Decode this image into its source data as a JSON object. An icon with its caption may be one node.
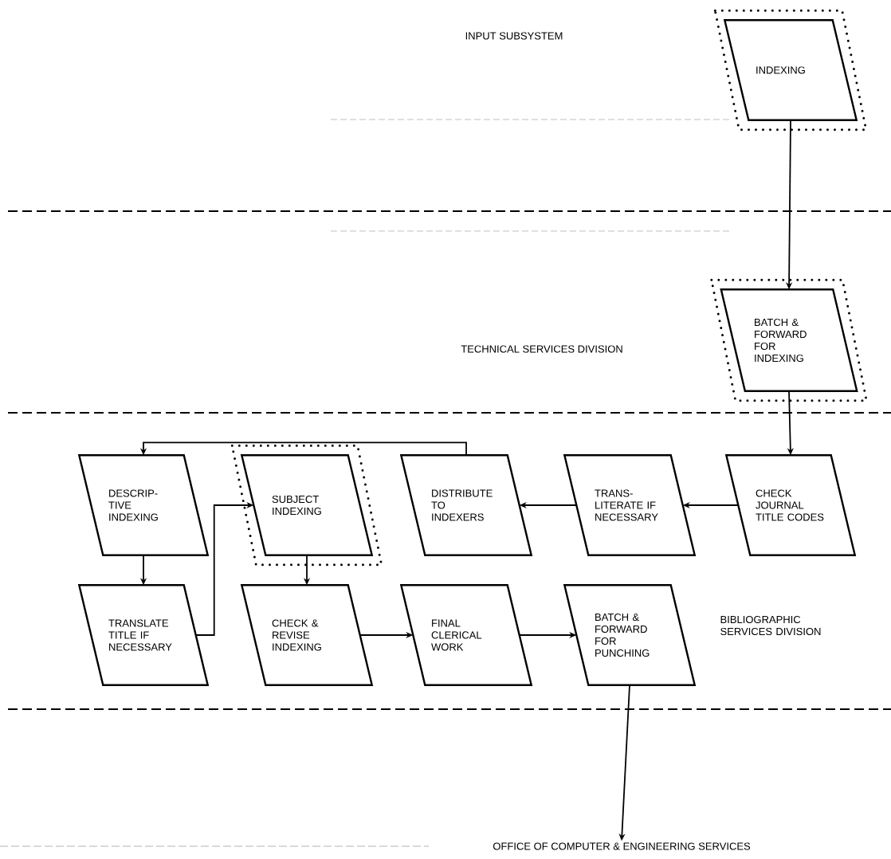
{
  "diagram": {
    "nodes": [
      {
        "text": [
          "INDEXING"
        ]
      },
      {
        "text": [
          "BATCH & FORWARD FOR INDEXING"
        ]
      },
      {
        "text": [
          "DESCRIP- TIVE INDEXING"
        ]
      },
      {
        "text": [
          "SUBJECT INDEXING"
        ]
      },
      {
        "text": [
          "DISTRIBUTE TO INDEXERS"
        ]
      },
      {
        "text": [
          "TRANS- LITERATE IF NECESSARY"
        ]
      },
      {
        "text": [
          "CHECK JOURNAL TITLE CODES"
        ]
      },
      {
        "text": [
          "TRANSLATE TITLE IF NECESSARY"
        ]
      },
      {
        "text": [
          "CHECK & REVISE INDEXING"
        ]
      },
      {
        "text": [
          "FINAL CLERICAL WORK"
        ]
      },
      {
        "text": [
          "BATCH & FORWARD FOR PUNCHING"
        ]
      },
      {
        "text": [
          "OFFICE OF COMPUTER & ENGINEERING SERVICES"
        ]
      }
    ],
    "edges": [
      {
        "from": 0,
        "to": 1,
        "arrow": "to"
      },
      {
        "from": 1,
        "to": 6,
        "arrow": "to"
      },
      {
        "from": 6,
        "to": 5,
        "arrow": "to"
      },
      {
        "from": 5,
        "to": 4,
        "arrow": "to"
      },
      {
        "from": 4,
        "to": 2,
        "arrow": "to"
      },
      {
        "from": 2,
        "to": 7,
        "arrow": "to"
      },
      {
        "from": 7,
        "to": 3,
        "arrow": "to"
      },
      {
        "from": 3,
        "to": 8,
        "arrow": "to"
      },
      {
        "from": 8,
        "to": 9,
        "arrow": "to"
      },
      {
        "from": 9,
        "to": 10,
        "arrow": "to"
      },
      {
        "from": 10,
        "to": 11,
        "arrow": "to"
      }
    ],
    "labels": [
      "INPUT SUBSYSTEM",
      "TECHNICAL SERVICES DIVISION",
      "BIBLIOGRAPHIC SERVICES DIVISION"
    ]
  }
}
